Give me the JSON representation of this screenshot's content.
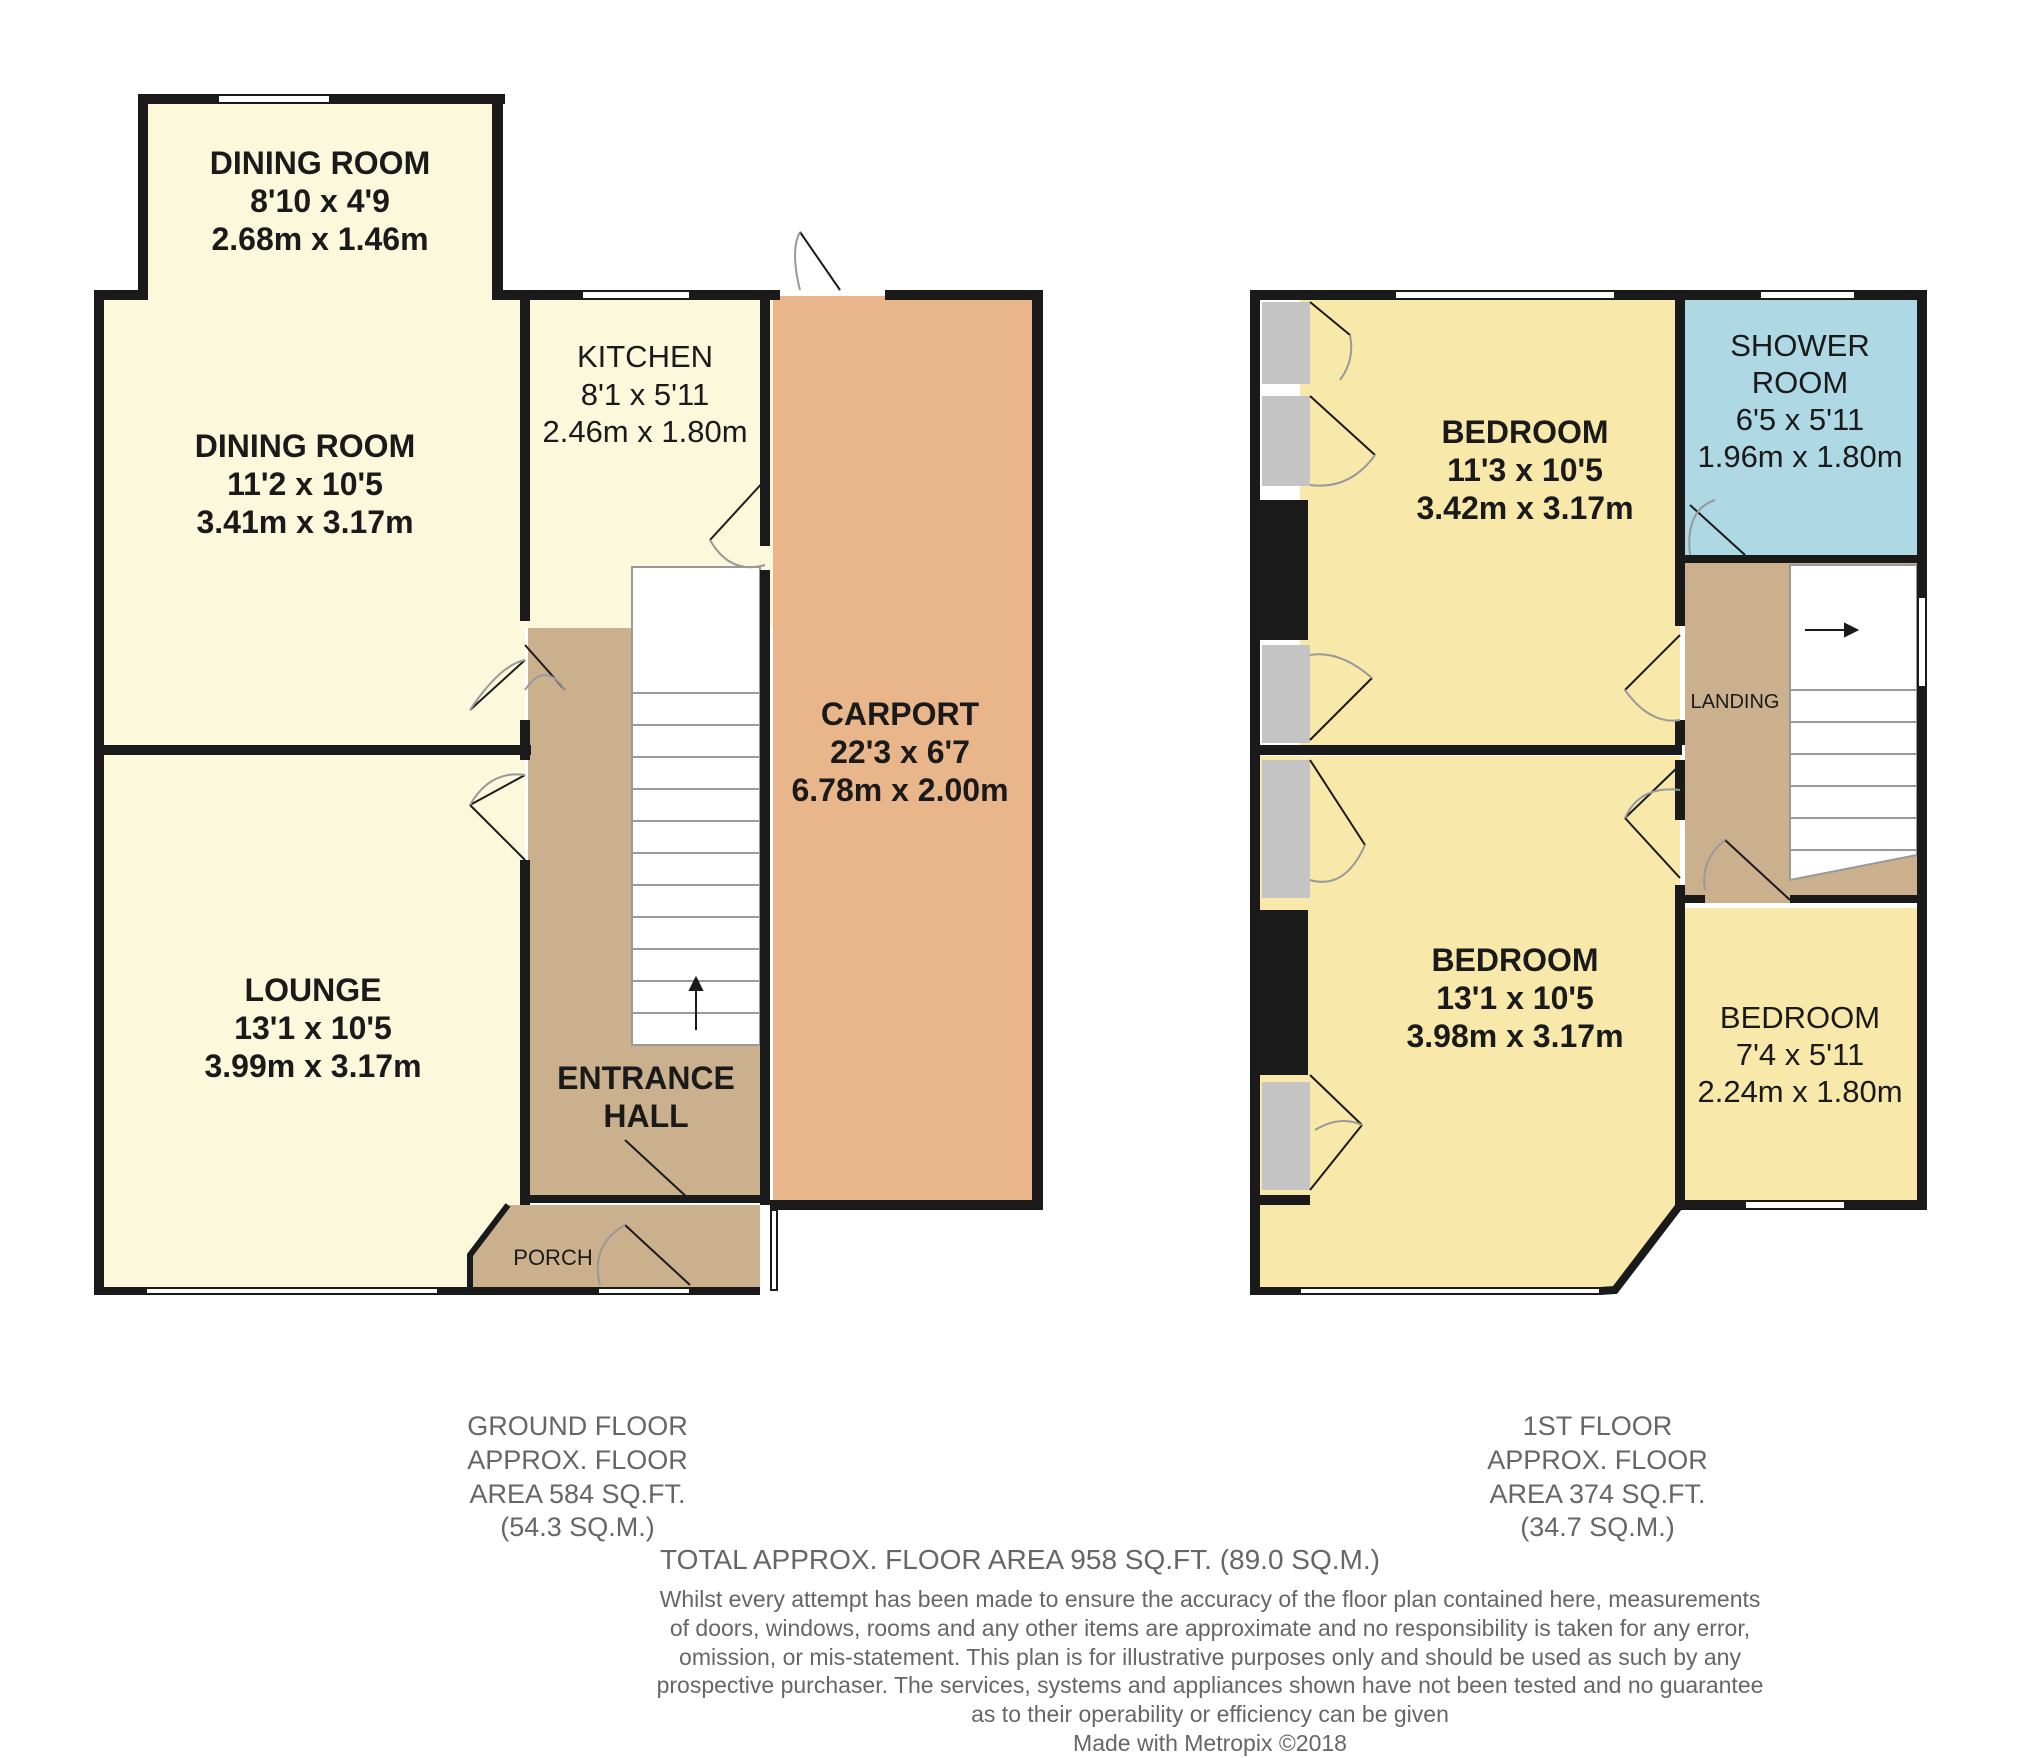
{
  "rooms": {
    "dining_upper": {
      "name": "DINING ROOM",
      "imperial": "8'10 x 4'9",
      "metric": "2.68m x 1.46m"
    },
    "dining": {
      "name": "DINING ROOM",
      "imperial": "11'2 x 10'5",
      "metric": "3.41m x 3.17m"
    },
    "kitchen": {
      "name": "KITCHEN",
      "imperial": "8'1 x 5'11",
      "metric": "2.46m x 1.80m"
    },
    "carport": {
      "name": "CARPORT",
      "imperial": "22'3 x 6'7",
      "metric": "6.78m x 2.00m"
    },
    "lounge": {
      "name": "LOUNGE",
      "imperial": "13'1 x 10'5",
      "metric": "3.99m x 3.17m"
    },
    "entrance_hall": {
      "line1": "ENTRANCE",
      "line2": "HALL"
    },
    "porch": {
      "name": "PORCH"
    },
    "bedroom1": {
      "name": "BEDROOM",
      "imperial": "11'3 x 10'5",
      "metric": "3.42m x 3.17m"
    },
    "shower": {
      "line1": "SHOWER",
      "line2": "ROOM",
      "imperial": "6'5 x 5'11",
      "metric": "1.96m x 1.80m"
    },
    "landing": {
      "name": "LANDING"
    },
    "bedroom2": {
      "name": "BEDROOM",
      "imperial": "13'1 x 10'5",
      "metric": "3.98m x 3.17m"
    },
    "bedroom3": {
      "name": "BEDROOM",
      "imperial": "7'4 x 5'11",
      "metric": "2.24m x 1.80m"
    }
  },
  "ground_floor": {
    "line1": "GROUND FLOOR",
    "line2": "APPROX. FLOOR",
    "line3": "AREA 584 SQ.FT.",
    "line4": "(54.3 SQ.M.)"
  },
  "first_floor": {
    "line1": "1ST FLOOR",
    "line2": "APPROX. FLOOR",
    "line3": "AREA 374 SQ.FT.",
    "line4": "(34.7 SQ.M.)"
  },
  "total": "TOTAL APPROX. FLOOR AREA 958 SQ.FT. (89.0 SQ.M.)",
  "disclaimer": {
    "line1": "Whilst every attempt has been made to ensure the accuracy of the floor plan contained here, measurements",
    "line2": "of doors, windows, rooms and any other items are approximate and no responsibility is taken for any error,",
    "line3": "omission, or mis-statement. This plan is for illustrative purposes only and should be used as such by any",
    "line4": "prospective purchaser. The services, systems and appliances shown have not been tested and no guarantee",
    "line5": "as to their operability or efficiency can be given"
  },
  "credit": "Made with Metropix ©2018",
  "colors": {
    "living": "#fbf8dc",
    "bedroom": "#f8e8aa",
    "hall": "#cbb08e",
    "carport": "#e9b58a",
    "shower": "#add8e4",
    "wardrobe": "#c4c4c4",
    "wall": "#1a1a1a"
  }
}
